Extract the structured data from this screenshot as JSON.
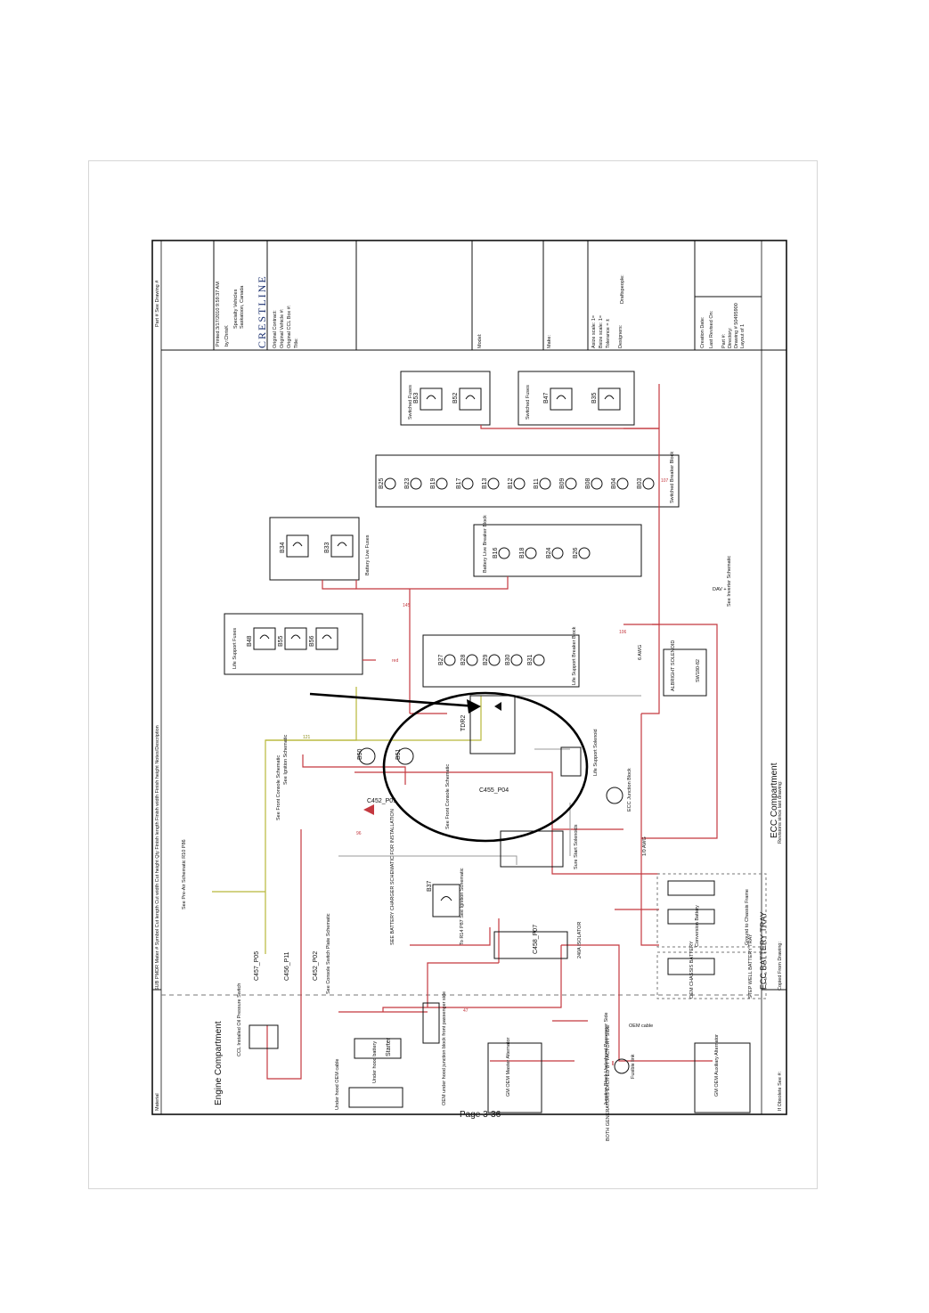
{
  "title_block": {
    "printed": "Printed:3/17/2010 9:59:37 AM",
    "by": "by:ChrisK",
    "brand": "CRESTLINE",
    "company": "Specialty Vehicles",
    "location": "Saskatoon, Canada",
    "original_contract": "Original Contract:",
    "original_vehicle": "Original Vehicle #:",
    "original_ccl": "Original CCL Box #:",
    "title_label": "Title:",
    "model_label": "Model:",
    "make_label": "Make:",
    "asize": "Asize scale: 1=",
    "bsize": "Bsize scale: 1=",
    "tolerance": "Tolerance = ±",
    "designers": "Designers:",
    "draftspeople": "Draftspeople:",
    "creation_date": "Creation Date:",
    "last_revised": "Last Revised On:",
    "part": "Part #:",
    "directory": "Directory:",
    "drawing_no": "Drawing # 50495900",
    "layout": "Layout of 1"
  },
  "header_row": {
    "left": "Material",
    "mid": "SUB PMDR Mater # Symbol Cut length Cut width Cut height Qty Finish length Finish width Finish height Notes/Description",
    "right": "Part # See Drawing #"
  },
  "footer_row": {
    "left": "If Obsolete See #:",
    "mid": "Copied From Drawing:",
    "right": "Revisions since last drawing:"
  },
  "sections": {
    "engine": "Engine Compartment",
    "ecc": "ECC Compartment",
    "ecc_tray": "ECC BATTERY TRAY",
    "page": "Page 3-36"
  },
  "fuse_groups": {
    "life_support": "Life Support Fuses",
    "battery_live": "Battery Live Fuses",
    "switched_a": "Switched Fuses",
    "switched_b": "Switched Fuses"
  },
  "fuses": {
    "b48": "B48",
    "b55": "B55",
    "b56": "B56",
    "b34": "B34",
    "b33": "B33",
    "b53": "B53",
    "b52": "B52",
    "b47": "B47",
    "b35": "B35"
  },
  "breaker_blocks": {
    "life_support": "Life Support Breaker Block",
    "battery_live": "Battery Live Breaker Block",
    "switched": "Switched Breaker Block"
  },
  "breakers": {
    "life": [
      "B27",
      "B28",
      "B29",
      "B30",
      "B31"
    ],
    "battery": [
      "B16",
      "B18",
      "B24",
      "B26"
    ],
    "switched": [
      "B25",
      "B23",
      "B19",
      "B17",
      "B13",
      "B12",
      "B11",
      "B09",
      "B08",
      "B04",
      "B03"
    ]
  },
  "components": {
    "tdr2": "TDR2",
    "b50": "B50",
    "b51": "B51",
    "b37": "B37",
    "c452_p01": "C452_P01",
    "c452_p02": "C452_P02",
    "c455_p04": "C455_P04",
    "c457_p05": "C457_P05",
    "c456_p11": "C456_P11",
    "c458_p07": "C458_P07",
    "starter": "Starter",
    "solenoid": "ALBRIGHT SOLENOID",
    "solenoid_num": "SW180-82",
    "isolator": "240A ISOLATOR",
    "gm_master": "GM OEM Master Alternator",
    "gm_aux": "GM OEM Auxiliary Alternator",
    "junction_block": "Junction Block Underhood Passenger Side",
    "ecc_junction": "ECC Junction Block",
    "fusible": "Fusible link",
    "conversion_battery": "Conversion Battery",
    "oem_chassis_battery": "OEM CHASSIS BATTERY",
    "step_well": "STEP WELL BATTERY TRAY",
    "ground_chassis": "Ground to Chassis Frame",
    "under_hood_battery": "Under hood battery",
    "under_hood_oem_cable": "Under hood OEM cable",
    "oem_junction": "OEM under hood junction block front passenger side",
    "ccl_pressure": "CCL Installed Oil Pressure Switch",
    "both_generators": "BOTH GENERATORS EXCITED BY FACTORY SIDE",
    "oem_cable": "OEM cable",
    "sure_start": "Sure Start Solenoids",
    "life_support_solenoid": "Life Support Solenoid"
  },
  "notes": {
    "pre_air": "See Pre-Air Schematic R10 P86",
    "ignition": "See Ignition Schematic",
    "front_console": "See Front Console Schematic",
    "console_switch": "See Console Switch Plate Schematic",
    "front_console_2": "See Front Console Schematic",
    "battery_charger": "SEE BATTERY CHARGER SCHEMATIC FOR INSTALLATION",
    "r14": "To R14 P87 See Ignition Schematic",
    "inverter": "See Inverter Schematic",
    "dav": "DAV +"
  },
  "wire_labels": {
    "awg6": "6 AWG",
    "awg10": "1/0 AWG",
    "red": "red",
    "w106": "106",
    "w107": "107",
    "w145": "145",
    "w121": "121",
    "w96": "96",
    "w47": "47"
  },
  "annotations": {
    "highlight": "circle around TDR2 relay area with pointing arrow"
  },
  "colors": {
    "wire_red": "#c4383f",
    "wire_yellow": "#b8b83a",
    "wire_gray": "#9a9a9a",
    "cyan_text": "#2aa7c9",
    "ink": "#111111"
  }
}
